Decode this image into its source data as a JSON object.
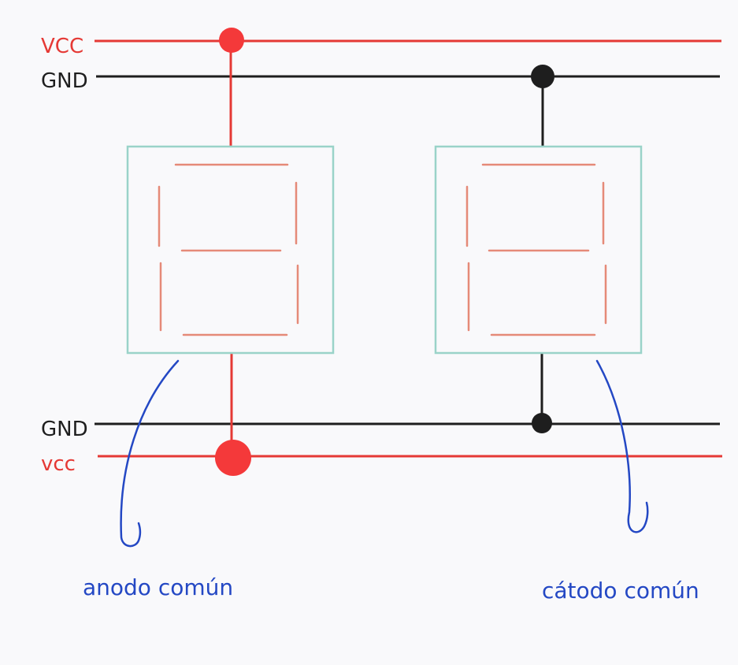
{
  "rails": {
    "top_vcc": {
      "label": "VCC"
    },
    "top_gnd": {
      "label": "GND"
    },
    "bottom_gnd": {
      "label": "GND"
    },
    "bottom_vcc": {
      "label": "vcc"
    }
  },
  "annotations": {
    "common_anode": "anodo común",
    "common_cathode": "cátodo común"
  },
  "colors": {
    "vcc": "#e53935",
    "gnd": "#1e1e1e",
    "display_frame": "#9ad3c9",
    "segment": "#e58a78",
    "annotation": "#2448c4",
    "background": "#f9f9fb"
  }
}
